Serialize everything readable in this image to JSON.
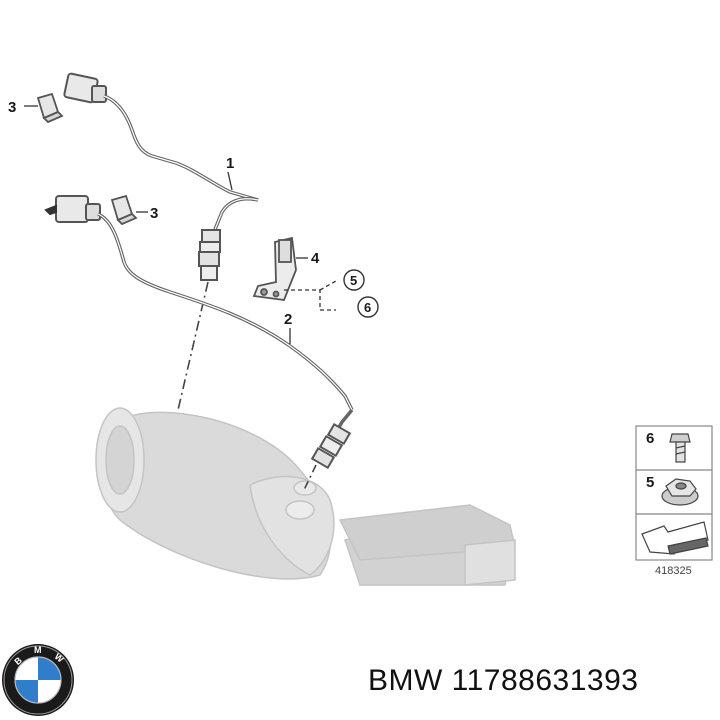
{
  "callouts": [
    "1",
    "2",
    "3",
    "3",
    "4",
    "5",
    "6"
  ],
  "legend": {
    "label_top": "6",
    "label_bottom": "5",
    "reference_number": "418325"
  },
  "brand": {
    "logo_letters": "BMW",
    "caption": "BMW 11788631393"
  },
  "colors": {
    "line": "#555555",
    "part_shadow": "#d8d8d8",
    "logo_blue": "#2f7dcb"
  }
}
